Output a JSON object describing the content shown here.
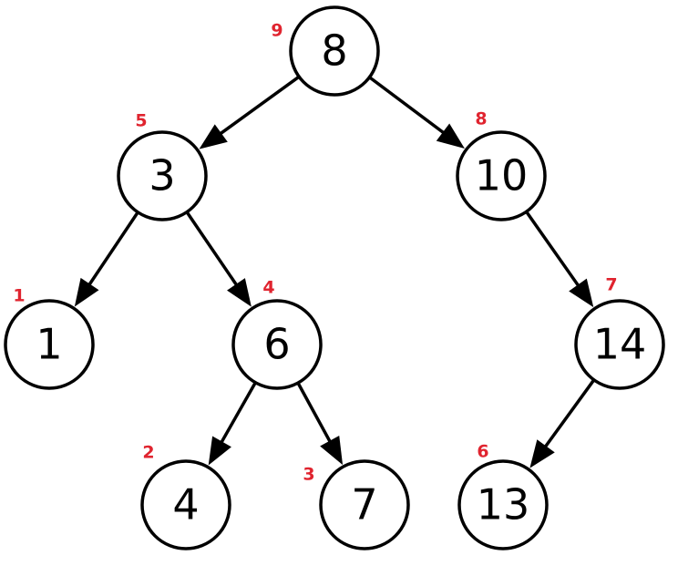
{
  "colors": {
    "node_stroke": "#000000",
    "node_fill": "#ffffff",
    "edge": "#000000",
    "order_label": "#e0242f"
  },
  "tree": {
    "nodes": [
      {
        "id": "n8",
        "value": "8",
        "order": "9"
      },
      {
        "id": "n3",
        "value": "3",
        "order": "5"
      },
      {
        "id": "n10",
        "value": "10",
        "order": "8"
      },
      {
        "id": "n1",
        "value": "1",
        "order": "1"
      },
      {
        "id": "n6",
        "value": "6",
        "order": "4"
      },
      {
        "id": "n14",
        "value": "14",
        "order": "7"
      },
      {
        "id": "n4",
        "value": "4",
        "order": "2"
      },
      {
        "id": "n7",
        "value": "7",
        "order": "3"
      },
      {
        "id": "n13",
        "value": "13",
        "order": "6"
      }
    ],
    "edges": [
      {
        "from": "n8",
        "to": "n3"
      },
      {
        "from": "n8",
        "to": "n10"
      },
      {
        "from": "n3",
        "to": "n1"
      },
      {
        "from": "n3",
        "to": "n6"
      },
      {
        "from": "n10",
        "to": "n14"
      },
      {
        "from": "n6",
        "to": "n4"
      },
      {
        "from": "n6",
        "to": "n7"
      },
      {
        "from": "n14",
        "to": "n13"
      }
    ]
  }
}
